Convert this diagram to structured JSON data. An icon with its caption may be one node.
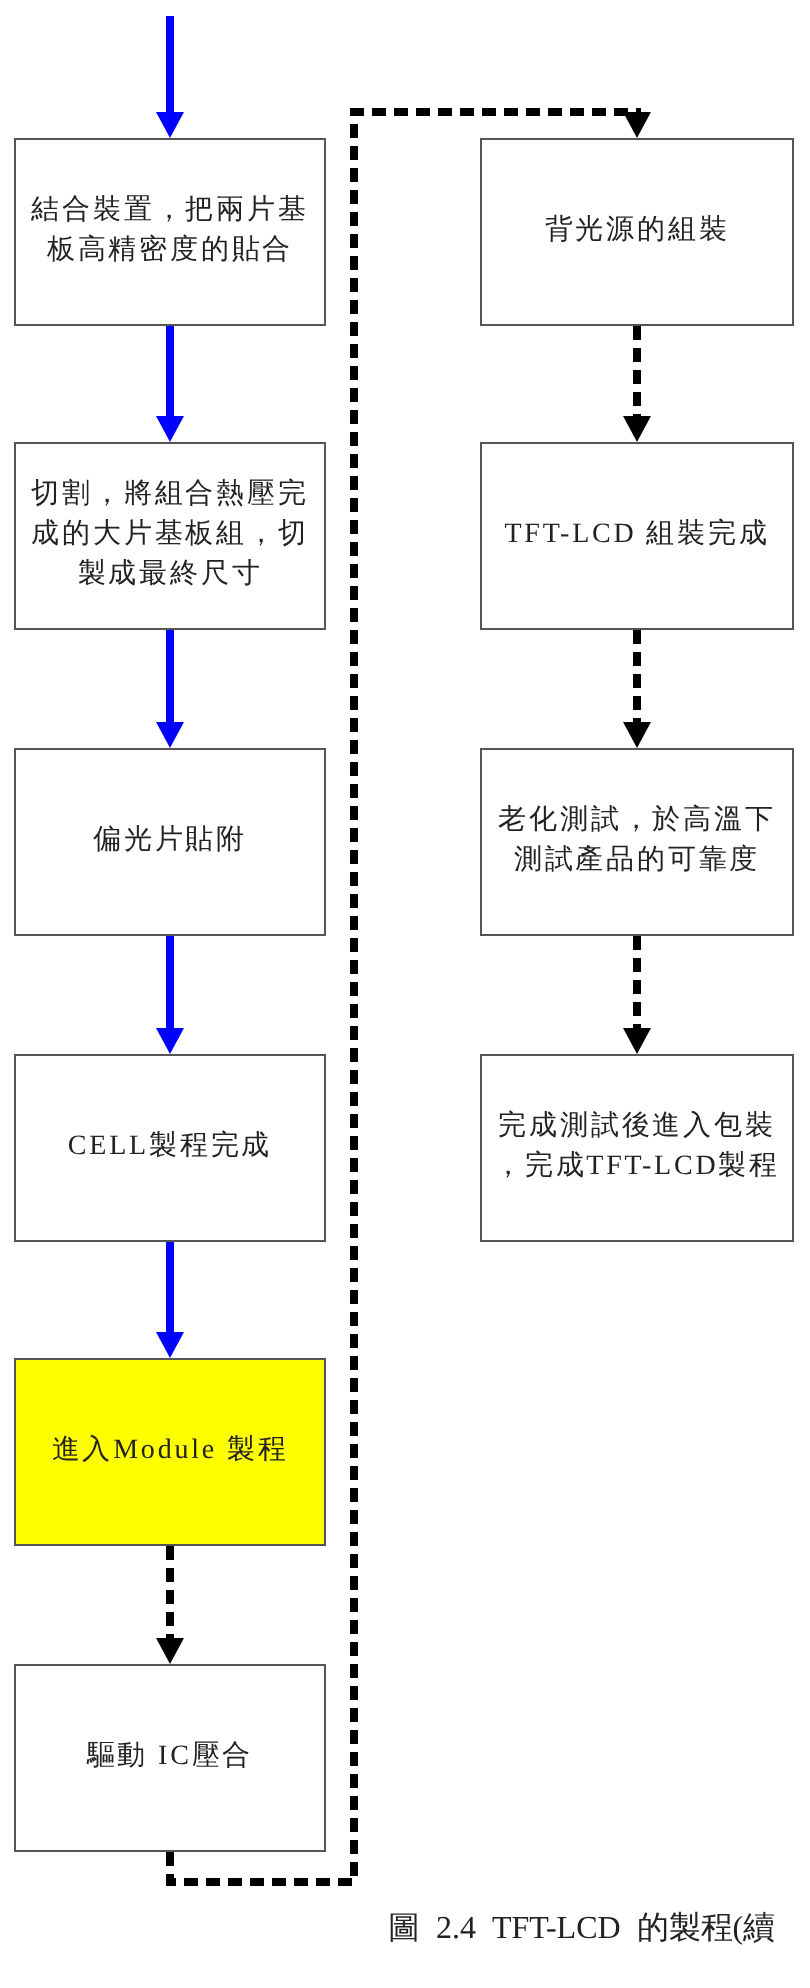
{
  "diagram": {
    "caption": "圖 2.4 TFT-LCD 的製程(續",
    "nodes": [
      {
        "text": [
          "結合裝置，把兩片基板高精密度的貼合"
        ]
      },
      {
        "text": [
          "切割，將組合熱壓完成的大片基板組，切製成最終尺寸"
        ]
      },
      {
        "text": [
          "偏光片貼附"
        ]
      },
      {
        "text": [
          "CELL製程完成"
        ]
      },
      {
        "text": [
          "進入Module 製程"
        ]
      },
      {
        "text": [
          "驅動 IC壓合"
        ]
      },
      {
        "text": [
          "背光源的組裝"
        ]
      },
      {
        "text": [
          "TFT-LCD 組裝完成"
        ]
      },
      {
        "text": [
          "老化測試，於高溫下測試產品的可靠度"
        ]
      },
      {
        "text": [
          "完成測試後進入包裝，完成TFT-LCD製程"
        ]
      }
    ],
    "edges": [
      {
        "from": null,
        "to": 0,
        "arrow": "to",
        "color": "#0000ff"
      },
      {
        "from": 0,
        "to": 1,
        "arrow": "to",
        "color": "#0000ff"
      },
      {
        "from": 1,
        "to": 2,
        "arrow": "to",
        "color": "#0000ff"
      },
      {
        "from": 2,
        "to": 3,
        "arrow": "to",
        "color": "#0000ff"
      },
      {
        "from": 3,
        "to": 4,
        "arrow": "to",
        "color": "#0000ff"
      },
      {
        "from": 4,
        "to": 5,
        "arrow": "to",
        "style": "dashed",
        "color": "#000000"
      },
      {
        "from": 5,
        "to": 6,
        "arrow": "to",
        "style": "dashed",
        "color": "#000000"
      },
      {
        "from": 6,
        "to": 7,
        "arrow": "to",
        "style": "dashed",
        "color": "#000000"
      },
      {
        "from": 7,
        "to": 8,
        "arrow": "to",
        "style": "dashed",
        "color": "#000000"
      },
      {
        "from": 8,
        "to": 9,
        "arrow": "to",
        "style": "dashed",
        "color": "#000000"
      }
    ]
  }
}
